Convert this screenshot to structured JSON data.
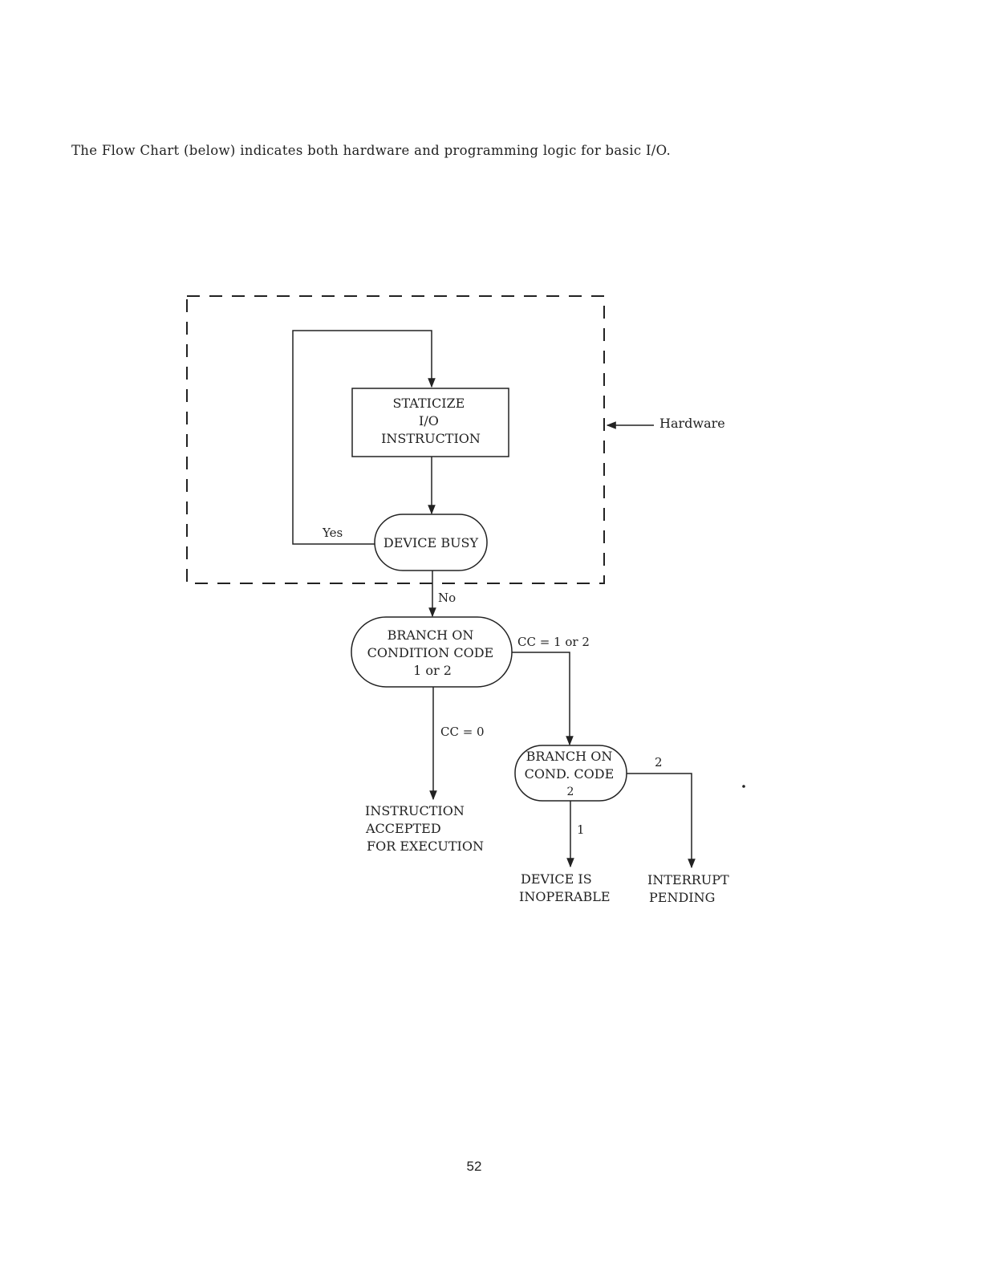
{
  "page": {
    "intro_text": "The Flow Chart (below) indicates both hardware and programming logic for basic I/O.",
    "page_number": "52"
  },
  "diagram": {
    "region_label": "Hardware",
    "nodes": {
      "staticize": [
        "STATICIZE",
        "I/O",
        "INSTRUCTION"
      ],
      "device_busy": [
        "DEVICE BUSY"
      ],
      "branch_cc12": [
        "BRANCH ON",
        "CONDITION CODE",
        "1  or  2"
      ],
      "branch_cc2": [
        "BRANCH ON",
        "COND.  CODE",
        "2"
      ],
      "accepted": [
        "INSTRUCTION",
        "ACCEPTED",
        "FOR EXECUTION"
      ],
      "inoperable": [
        "DEVICE  IS",
        "INOPERABLE"
      ],
      "interrupt": [
        "INTERRUPT",
        "PENDING"
      ]
    },
    "edges": {
      "yes": "Yes",
      "no": "No",
      "cc_1_or_2": "CC = 1  or  2",
      "cc_0": "CC = 0",
      "two": "2",
      "one": "1"
    },
    "colors": {
      "ink": "#222222",
      "paper": "#ffffff"
    }
  }
}
